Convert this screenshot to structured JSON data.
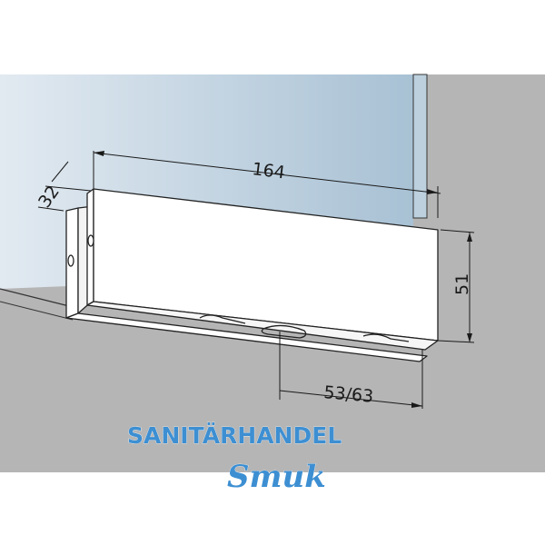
{
  "drawing": {
    "dimensions": {
      "length": "164",
      "depth": "32",
      "height": "51",
      "offset": "53/63"
    }
  },
  "watermark": {
    "line1": "SANITÄRHANDEL",
    "line2": "Smuk"
  },
  "colors": {
    "background_grey": "#b5b5b5",
    "glass_light": "#e2eaf1",
    "glass_dark": "#a8c1d4",
    "fitting": "#ffffff",
    "logo_blue": "#3d8fd2"
  }
}
